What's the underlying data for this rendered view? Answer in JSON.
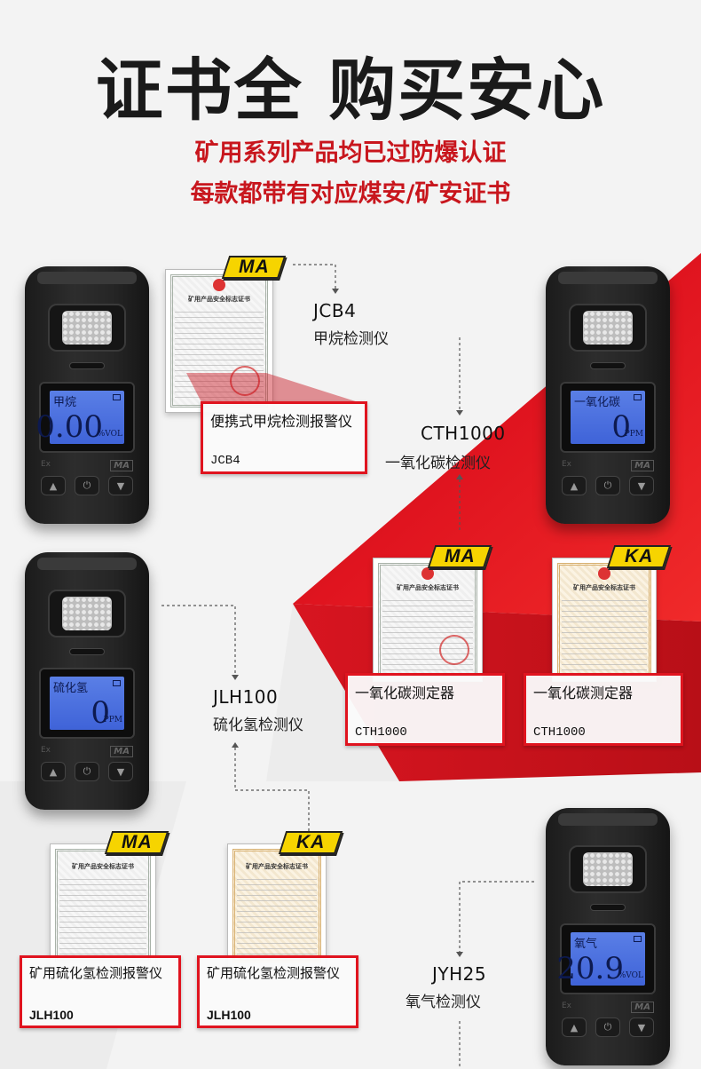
{
  "header": {
    "title": "证书全 购买安心",
    "subtitle_line1": "矿用系列产品均已过防爆认证",
    "subtitle_line2": "每款都带有对应煤安/矿安证书"
  },
  "colors": {
    "accent": "#c8161d",
    "badge_yellow": "#f6d400",
    "screen_blue": "#4a6fe0"
  },
  "devices": [
    {
      "screen_label": "甲烷",
      "screen_value": "0.00",
      "screen_unit": "%VOL"
    },
    {
      "screen_label": "一氧化碳",
      "screen_value": "0",
      "screen_unit": "PPM"
    },
    {
      "screen_label": "硫化氢",
      "screen_value": "0",
      "screen_unit": "PPM"
    },
    {
      "screen_label": "氧气",
      "screen_value": "20.9",
      "screen_unit": "%VOL"
    }
  ],
  "device_marks": {
    "ma": "MA",
    "ex": "Ex"
  },
  "certificates": {
    "card_title": "矿用产品安全标志证书",
    "jcb4": {
      "badge": "MA",
      "name": "便携式甲烷检测报警仪",
      "code": "JCB4"
    },
    "cth_ma": {
      "badge": "MA",
      "name": "一氧化碳测定器",
      "code": "CTH1000"
    },
    "cth_ka": {
      "badge": "KA",
      "name": "一氧化碳测定器",
      "code": "CTH1000"
    },
    "jlh_ma": {
      "badge": "MA",
      "name": "矿用硫化氢检测报警仪",
      "code": "JLH100"
    },
    "jlh_ka": {
      "badge": "KA",
      "name": "矿用硫化氢检测报警仪",
      "code": "JLH100"
    }
  },
  "products": [
    {
      "model": "JCB4",
      "desc": "甲烷检测仪"
    },
    {
      "model": "CTH1000",
      "desc": "一氧化碳检测仪"
    },
    {
      "model": "JLH100",
      "desc": "硫化氢检测仪"
    },
    {
      "model": "JYH25",
      "desc": "氧气检测仪"
    }
  ]
}
